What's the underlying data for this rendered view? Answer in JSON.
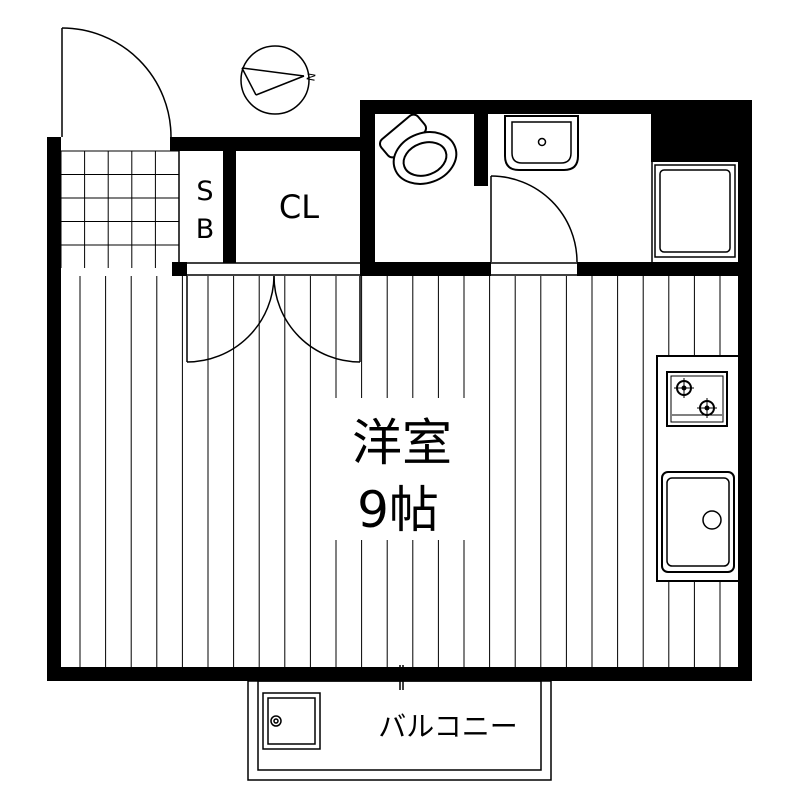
{
  "floorplan": {
    "room_main": {
      "name": "洋室",
      "size": "9帖"
    },
    "storage_sb": {
      "line1": "S",
      "line2": "B"
    },
    "closet": {
      "label": "CL"
    },
    "balcony": {
      "label": "バルコニー"
    },
    "compass": {
      "direction_label": "N"
    }
  },
  "colors": {
    "wall": "#000000",
    "line": "#000000",
    "background": "#ffffff"
  }
}
